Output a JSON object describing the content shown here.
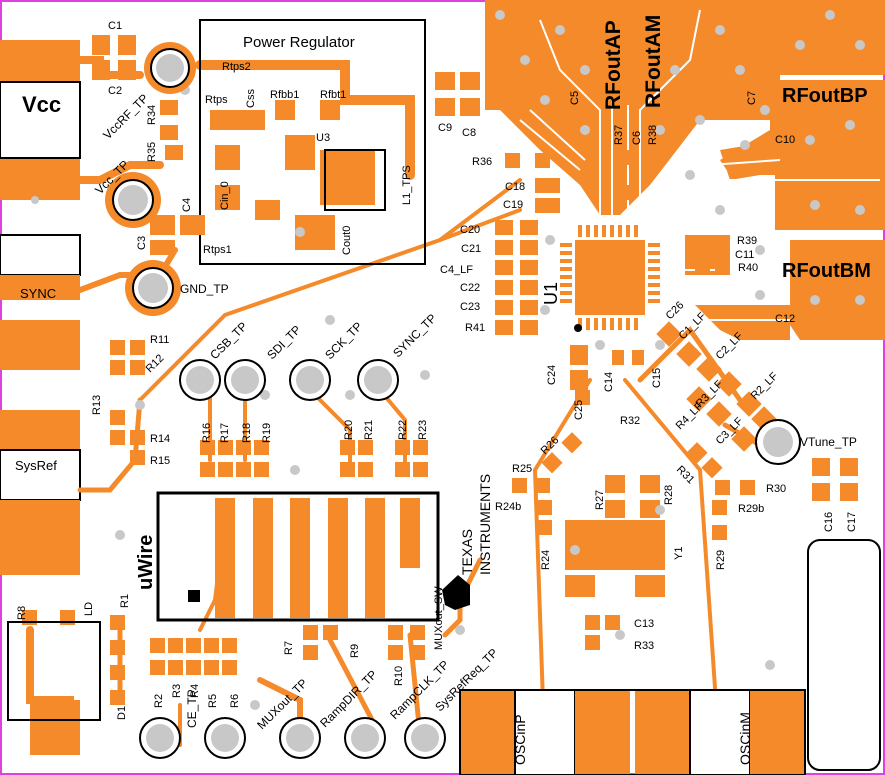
{
  "colors": {
    "copper": "#f58a2a",
    "silkscreen": "#000000",
    "board": "#ffffff",
    "via": "#c8c8c8",
    "outline": "#e040e0"
  },
  "regulator_title": "Power Regulator",
  "big_labels": [
    "Vcc",
    "RFoutAP",
    "RFoutAM",
    "RFoutBP",
    "RFoutBM",
    "uWire",
    "OSCinP",
    "OSCinM"
  ],
  "connector_labels": [
    "SYNC",
    "SysRef"
  ],
  "logo_text": [
    "TEXAS",
    "INSTRUMENTS"
  ],
  "test_points": [
    "VccRF_TP",
    "Vcc_TP",
    "GND_TP",
    "CSB_TP",
    "SDI_TP",
    "SCK_TP",
    "SYNC_TP",
    "VTune_TP",
    "CE_TP",
    "MUXout_TP",
    "RampDIR_TP",
    "RampCLK_TP",
    "SysRefReq_TP"
  ],
  "ref_designators": [
    "C1",
    "C2",
    "R34",
    "R35",
    "C3",
    "C4",
    "Rtps2",
    "Rtps",
    "Css",
    "Rfbb1",
    "Rfbt1",
    "U3",
    "Cin_0",
    "L1_TPS",
    "Cout0",
    "Rtps1",
    "C9",
    "C8",
    "C5",
    "R37",
    "C6",
    "R38",
    "C7",
    "C10",
    "R36",
    "C18",
    "C19",
    "C20",
    "C21",
    "C4_LF",
    "C22",
    "C23",
    "R41",
    "U1",
    "C24",
    "C25",
    "C14",
    "C15",
    "C26",
    "C1_LF",
    "C2_LF",
    "R2_LF",
    "R4_LF",
    "R3_LF",
    "C3_LF",
    "R39",
    "C11",
    "R40",
    "C12",
    "R11",
    "R12",
    "R13",
    "R14",
    "R15",
    "R16",
    "R17",
    "R18",
    "R19",
    "R20",
    "R21",
    "R22",
    "R23",
    "R32",
    "R31",
    "R26",
    "R25",
    "R24b",
    "R24",
    "R27",
    "R28",
    "Y1",
    "R29",
    "R29b",
    "R30",
    "C13",
    "R33",
    "C16",
    "C17",
    "R8",
    "LD",
    "R1",
    "D1",
    "R2",
    "R3",
    "R4",
    "R5",
    "R6",
    "R7",
    "R9",
    "R10",
    "MUXout_SW"
  ]
}
